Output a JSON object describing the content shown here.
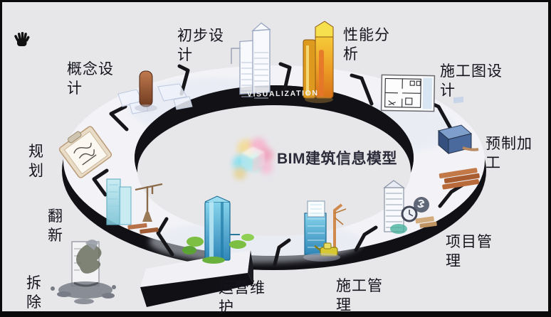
{
  "frame": {
    "background_color": "#e7e7ea",
    "border_color": "#0a0a0a"
  },
  "cursor": {
    "icon": "hand-cursor-icon"
  },
  "diagram": {
    "type": "circular-lifecycle",
    "center": {
      "label": "BIM建筑信息模型",
      "logo": "bim-pastel-cube-logo"
    },
    "ring": {
      "band_label": "VISUALIZATION",
      "surface_color": "#f3f3f7",
      "wall_color": "#111116"
    },
    "stages": [
      {
        "id": "planning",
        "label": "规划",
        "orientation": "vertical",
        "icon": "clipboard-sketch-icon"
      },
      {
        "id": "concept-design",
        "label": "概念设计",
        "orientation": "horizontal",
        "icon": "massing-model-icon"
      },
      {
        "id": "preliminary-design",
        "label": "初步设计",
        "orientation": "horizontal",
        "icon": "wireframe-tower-icon"
      },
      {
        "id": "performance-analysis",
        "label": "性能分析",
        "orientation": "horizontal",
        "icon": "thermal-model-icon"
      },
      {
        "id": "construction-drawing-design",
        "label": "施工图设计",
        "orientation": "horizontal",
        "icon": "floor-plan-icon"
      },
      {
        "id": "prefabrication",
        "label": "预制加工",
        "orientation": "horizontal",
        "icon": "machine-lumber-icon"
      },
      {
        "id": "project-management",
        "label": "项目管理",
        "orientation": "horizontal",
        "icon": "clock-budget-icon"
      },
      {
        "id": "construction-management",
        "label": "施工管理",
        "orientation": "horizontal",
        "icon": "crane-site-icon"
      },
      {
        "id": "operation-maintenance",
        "label": "运营维护",
        "orientation": "horizontal",
        "icon": "tower-landscape-icon"
      },
      {
        "id": "renovation",
        "label": "翻新",
        "orientation": "vertical",
        "icon": "retrofit-crane-icon"
      },
      {
        "id": "demolition",
        "label": "拆除",
        "orientation": "vertical",
        "icon": "rubble-building-icon"
      }
    ]
  }
}
